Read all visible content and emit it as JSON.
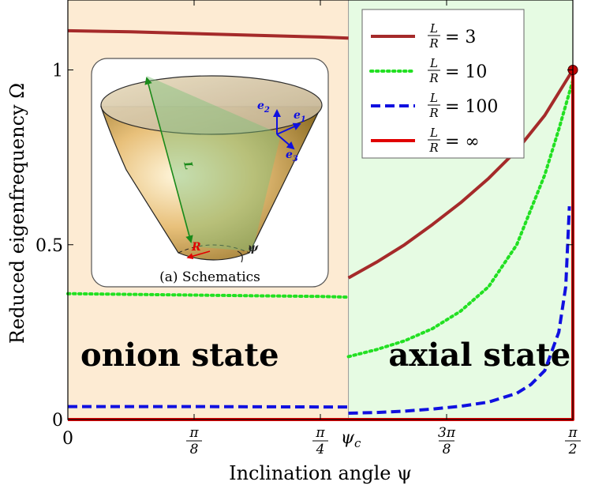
{
  "chart_data": {
    "type": "line",
    "xlabel": "Inclination angle ψ",
    "ylabel": "Reduced eigenfrequency Ω",
    "xlim": [
      0,
      1.5708
    ],
    "ylim": [
      0,
      1.2
    ],
    "x_ticks": [
      {
        "value": 0,
        "label": "0"
      },
      {
        "value": 0.3927,
        "num": "π",
        "den": "8"
      },
      {
        "value": 0.7854,
        "num": "π",
        "den": "4"
      },
      {
        "value": 1.1781,
        "num": "3π",
        "den": "8"
      },
      {
        "value": 1.5708,
        "num": "π",
        "den": "2"
      }
    ],
    "psi_c": {
      "value": 0.8727,
      "label": "ψ",
      "sub": "c"
    },
    "y_ticks": [
      {
        "value": 0,
        "label": "0"
      },
      {
        "value": 0.5,
        "label": "0.5"
      },
      {
        "value": 1,
        "label": "1"
      }
    ],
    "regions": [
      {
        "label": "onion state",
        "x_range": [
          0,
          0.8727
        ],
        "color": "#fdebd3"
      },
      {
        "label": "axial state",
        "x_range": [
          0.8727,
          1.5708
        ],
        "color": "#e6fbe3"
      }
    ],
    "series": [
      {
        "name_num": "L",
        "name_den": "R",
        "name_val": "= 3",
        "color": "#a52a2a",
        "style": "solid",
        "segments": [
          {
            "x": [
              0,
              0.1963,
              0.3927,
              0.589,
              0.7854,
              0.8727
            ],
            "y": [
              1.112,
              1.109,
              1.104,
              1.099,
              1.094,
              1.091
            ]
          },
          {
            "x": [
              0.8727,
              0.9599,
              1.0472,
              1.1345,
              1.2217,
              1.309,
              1.3963,
              1.4835,
              1.5708
            ],
            "y": [
              0.405,
              0.45,
              0.5,
              0.558,
              0.62,
              0.69,
              0.77,
              0.87,
              1.0
            ]
          }
        ]
      },
      {
        "name_num": "L",
        "name_den": "R",
        "name_val": "= 10",
        "color": "#22e022",
        "style": "dotted",
        "segments": [
          {
            "x": [
              0,
              0.1963,
              0.3927,
              0.589,
              0.7854,
              0.8727
            ],
            "y": [
              0.36,
              0.358,
              0.356,
              0.354,
              0.352,
              0.35
            ]
          },
          {
            "x": [
              0.8727,
              0.9599,
              1.0472,
              1.1345,
              1.2217,
              1.309,
              1.3963,
              1.4835,
              1.5272,
              1.5708
            ],
            "y": [
              0.18,
              0.2,
              0.225,
              0.26,
              0.31,
              0.38,
              0.5,
              0.7,
              0.83,
              0.97
            ]
          }
        ]
      },
      {
        "name_num": "L",
        "name_den": "R",
        "name_val": "= 100",
        "color": "#1010e0",
        "style": "dashed",
        "segments": [
          {
            "x": [
              0,
              0.3927,
              0.7854,
              0.8727
            ],
            "y": [
              0.037,
              0.037,
              0.036,
              0.036
            ]
          },
          {
            "x": [
              0.8727,
              0.9599,
              1.0472,
              1.1345,
              1.2217,
              1.309,
              1.3963,
              1.4399,
              1.4835,
              1.5272,
              1.5488,
              1.56
            ],
            "y": [
              0.018,
              0.02,
              0.024,
              0.03,
              0.038,
              0.05,
              0.075,
              0.1,
              0.14,
              0.25,
              0.38,
              0.61
            ]
          }
        ]
      },
      {
        "name_num": "L",
        "name_den": "R",
        "name_val": "= ∞",
        "color": "#e00000",
        "style": "solid",
        "segments": [
          {
            "x": [
              0,
              1.5708,
              1.5708
            ],
            "y": [
              0,
              0,
              1.0
            ]
          }
        ]
      }
    ],
    "marker": {
      "x": 1.5708,
      "y": 1.0,
      "color": "#c00000"
    },
    "inset": {
      "caption": "(a) Schematics",
      "labels": {
        "L": "L",
        "R": "R",
        "e1": "e",
        "e1_sub": "1",
        "e2": "e",
        "e2_sub": "2",
        "e3": "e",
        "e3_sub": "3",
        "psi": "ψ"
      }
    },
    "legend": "top-right",
    "grid": false
  }
}
